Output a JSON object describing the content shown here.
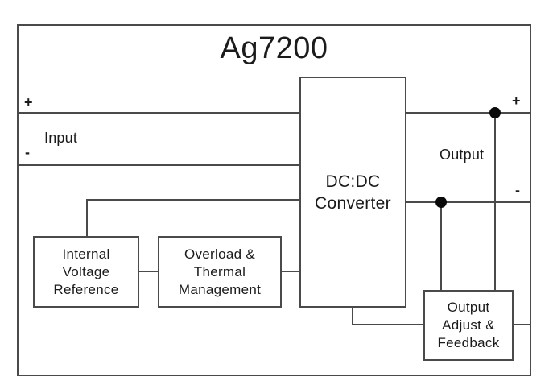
{
  "colors": {
    "line": "#4a4a4a",
    "text": "#1b1b1b",
    "dot": "#0a0a0a",
    "canvas_bg": "#ffffff"
  },
  "diagram": {
    "title": "Ag7200",
    "input": {
      "label": "Input",
      "plus_label": "+",
      "minus_label": "-"
    },
    "output": {
      "label": "Output",
      "plus_label": "+",
      "minus_label": "-"
    },
    "blocks": {
      "converter": {
        "label": "DC:DC\nConverter"
      },
      "internal_voltage_reference": {
        "label": "Internal\nVoltage\nReference"
      },
      "overload_thermal_management": {
        "label": "Overload &\nThermal\nManagement"
      },
      "output_adjust_feedback": {
        "label": "Output\nAdjust &\nFeedback"
      }
    },
    "junction_dot_count": 2
  }
}
